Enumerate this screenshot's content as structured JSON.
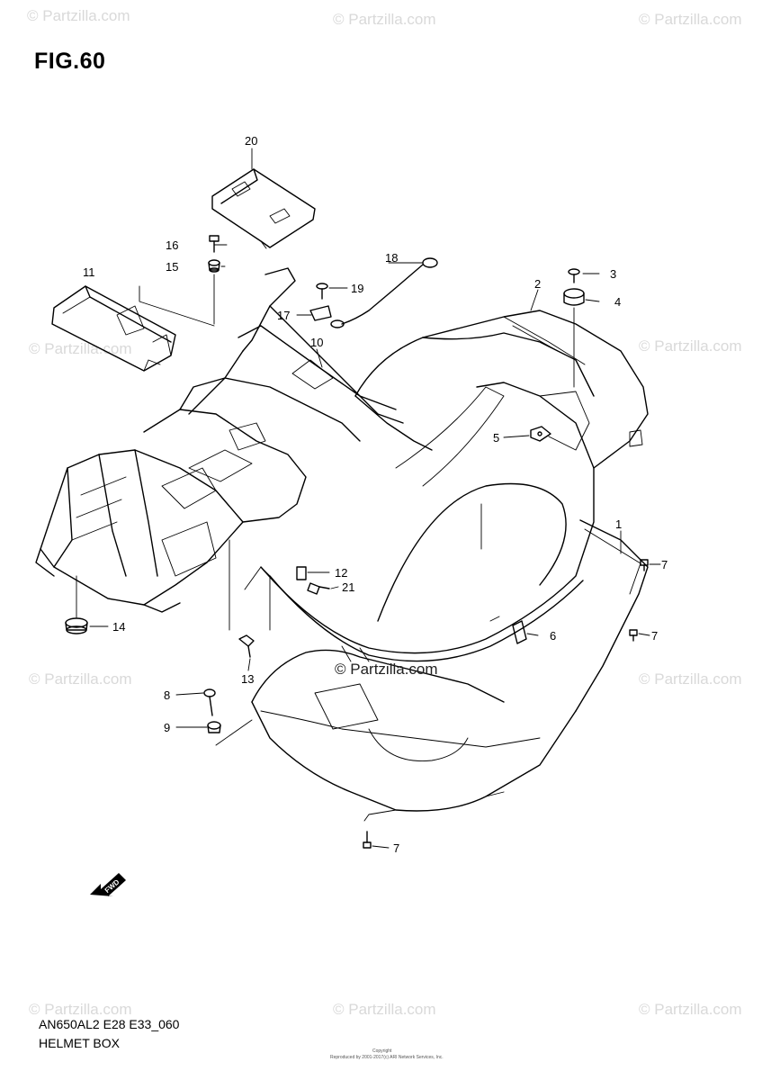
{
  "figure": {
    "title": "FIG.60"
  },
  "watermarks": {
    "text": "© Partzilla.com",
    "center_text": "© Partzilla.com"
  },
  "callouts": {
    "c1": "1",
    "c2": "2",
    "c3": "3",
    "c4": "4",
    "c5": "5",
    "c6": "6",
    "c7a": "7",
    "c7b": "7",
    "c7c": "7",
    "c8": "8",
    "c9": "9",
    "c10": "10",
    "c11": "11",
    "c12": "12",
    "c13": "13",
    "c14": "14",
    "c15": "15",
    "c16": "16",
    "c17": "17",
    "c18": "18",
    "c19": "19",
    "c20": "20",
    "c21": "21"
  },
  "fwd_label": "FWD",
  "footer": {
    "model_code": "AN650AL2 E28 E33_060",
    "section_name": "HELMET BOX"
  },
  "copyright": {
    "heading": "Copyright",
    "text": "Reproduced by 2001-2017(c) ARI Network Services, Inc."
  }
}
